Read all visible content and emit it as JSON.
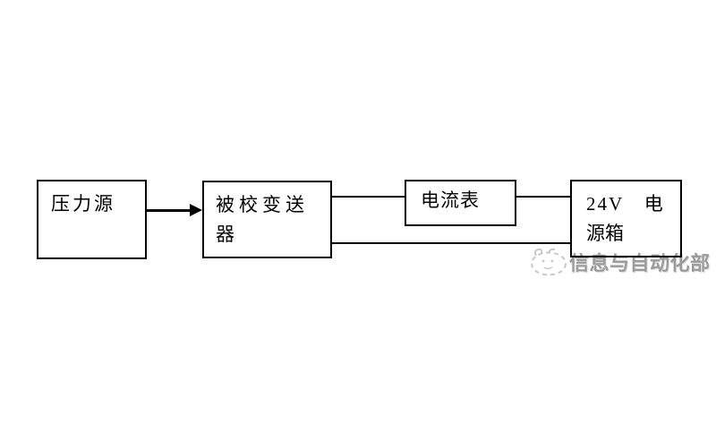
{
  "diagram": {
    "boxes": [
      {
        "id": "pressure-source",
        "lines": [
          "压力源"
        ]
      },
      {
        "id": "transmitter-under-test",
        "lines": [
          "被校变送",
          "器"
        ]
      },
      {
        "id": "ammeter",
        "lines": [
          "电流表"
        ]
      },
      {
        "id": "power-supply-24v",
        "lines": [
          "24V　电",
          "源箱"
        ]
      }
    ],
    "border_color": "#000000",
    "line_color": "#000000",
    "background_color": "#ffffff"
  },
  "watermark": {
    "text": "信息与自动化部",
    "logo_icon": "sketch-mascot-logo",
    "text_color": "#9b9b9b",
    "logo_color": "#c8c8c8"
  }
}
